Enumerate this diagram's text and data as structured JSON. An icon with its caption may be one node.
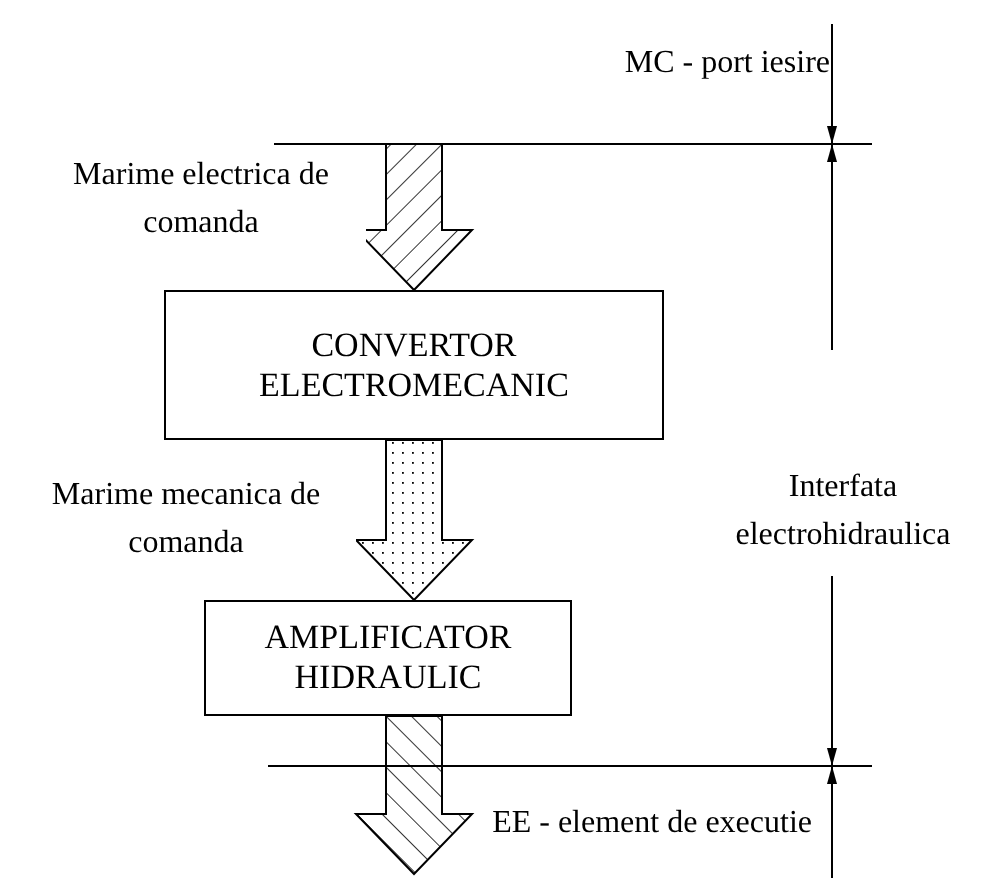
{
  "diagram": {
    "nodes": [
      {
        "text": [
          "CONVERTOR ELECTROMECANIC"
        ]
      },
      {
        "text": [
          "AMPLIFICATOR HIDRAULIC"
        ]
      }
    ],
    "edges": [
      {
        "from": null,
        "to": 0,
        "arrow": "to",
        "label": "Marime electrica de comanda"
      },
      {
        "from": 0,
        "to": 1,
        "arrow": "to",
        "label": "Marime mecanica de comanda"
      },
      {
        "from": 1,
        "to": null,
        "arrow": "to"
      }
    ],
    "labels": [
      "MC - port iesire",
      "Interfata electrohidraulica",
      "EE - element de executie"
    ]
  }
}
